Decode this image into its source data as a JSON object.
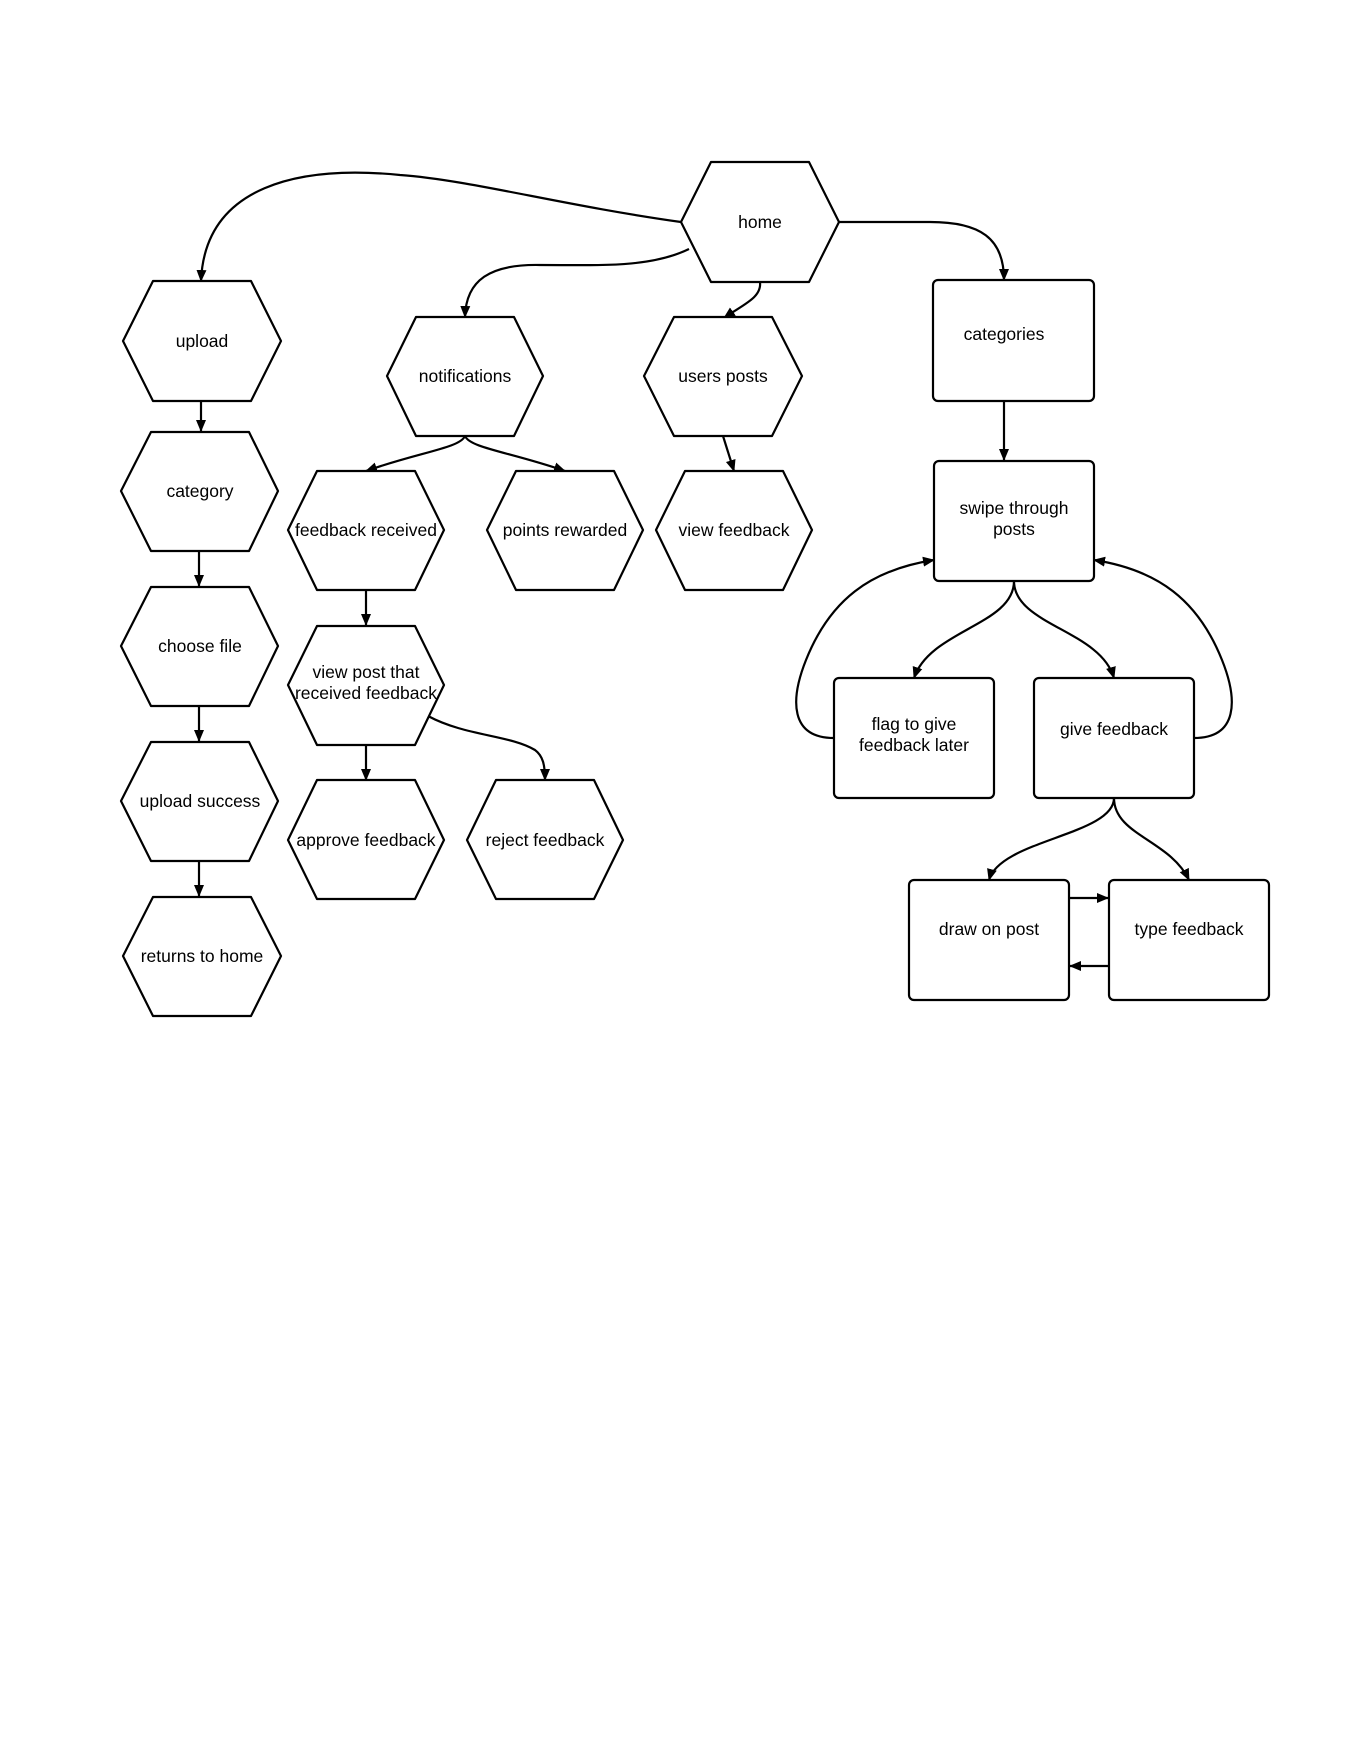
{
  "diagram": {
    "nodes": {
      "home": {
        "label": "home",
        "shape": "hexagon"
      },
      "upload": {
        "label": "upload",
        "shape": "hexagon"
      },
      "category": {
        "label": "category",
        "shape": "hexagon"
      },
      "choose_file": {
        "label": "choose file",
        "shape": "hexagon"
      },
      "upload_success": {
        "label": "upload success",
        "shape": "hexagon"
      },
      "returns_to_home": {
        "label": "returns to home",
        "shape": "hexagon"
      },
      "notifications": {
        "label": "notifications",
        "shape": "hexagon"
      },
      "users_posts": {
        "label": "users posts",
        "shape": "hexagon"
      },
      "feedback_received": {
        "label": "feedback received",
        "shape": "hexagon"
      },
      "points_rewarded": {
        "label": "points rewarded",
        "shape": "hexagon"
      },
      "view_feedback": {
        "label": "view feedback",
        "shape": "hexagon"
      },
      "view_post": {
        "label_line1": "view post that",
        "label_line2": "received feedback",
        "shape": "hexagon"
      },
      "approve_feedback": {
        "label": "approve feedback",
        "shape": "hexagon"
      },
      "reject_feedback": {
        "label": "reject feedback",
        "shape": "hexagon"
      },
      "categories": {
        "label": "categories",
        "shape": "rectangle"
      },
      "swipe": {
        "label_line1": "swipe through",
        "label_line2": "posts",
        "shape": "rectangle"
      },
      "flag": {
        "label_line1": "flag to give",
        "label_line2": "feedback later",
        "shape": "rectangle"
      },
      "give_feedback": {
        "label": "give feedback",
        "shape": "rectangle"
      },
      "draw_on_post": {
        "label": "draw on post",
        "shape": "rectangle"
      },
      "type_feedback": {
        "label": "type feedback",
        "shape": "rectangle"
      }
    },
    "edges": [
      {
        "from": "home",
        "to": "upload"
      },
      {
        "from": "home",
        "to": "notifications"
      },
      {
        "from": "home",
        "to": "users posts"
      },
      {
        "from": "home",
        "to": "categories"
      },
      {
        "from": "upload",
        "to": "category"
      },
      {
        "from": "category",
        "to": "choose file"
      },
      {
        "from": "choose file",
        "to": "upload success"
      },
      {
        "from": "upload success",
        "to": "returns to home"
      },
      {
        "from": "notifications",
        "to": "feedback received"
      },
      {
        "from": "notifications",
        "to": "points rewarded"
      },
      {
        "from": "users posts",
        "to": "view feedback"
      },
      {
        "from": "feedback received",
        "to": "view post that received feedback"
      },
      {
        "from": "view post that received feedback",
        "to": "approve feedback"
      },
      {
        "from": "view post that received feedback",
        "to": "reject feedback"
      },
      {
        "from": "categories",
        "to": "swipe through posts"
      },
      {
        "from": "swipe through posts",
        "to": "flag to give feedback later"
      },
      {
        "from": "swipe through posts",
        "to": "give feedback"
      },
      {
        "from": "flag to give feedback later",
        "to": "swipe through posts"
      },
      {
        "from": "give feedback",
        "to": "swipe through posts"
      },
      {
        "from": "give feedback",
        "to": "draw on post"
      },
      {
        "from": "give feedback",
        "to": "type feedback"
      },
      {
        "from": "draw on post",
        "to": "type feedback"
      },
      {
        "from": "type feedback",
        "to": "draw on post"
      }
    ],
    "colors": {
      "stroke": "#000000",
      "fill": "#ffffff",
      "background": "#ffffff"
    }
  }
}
